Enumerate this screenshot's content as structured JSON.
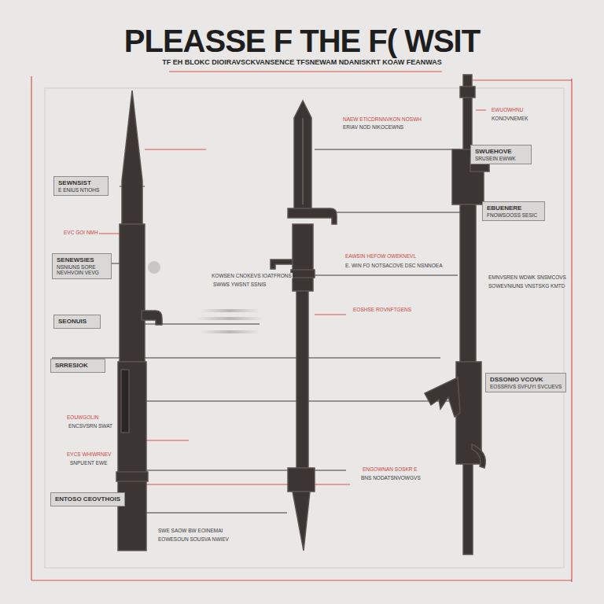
{
  "diagram": {
    "title": "PLEASSE F THE F( WSIT",
    "nodes": [
      {
        "text": [
          "SEWNSIST",
          "E ENIUS NTIOHS"
        ]
      },
      {
        "text": [
          "SENEWSIES",
          "NSNIUNS SORE",
          "NEVHVOIN VEVG"
        ]
      },
      {
        "text": [
          "SEONUIS"
        ]
      },
      {
        "text": [
          "SRRESIOK"
        ]
      },
      {
        "text": [
          "ENTOSO CEOVTHOIS"
        ]
      },
      {
        "text": [
          "SWUEHOVE",
          "SRUSEIN EWWK"
        ]
      },
      {
        "text": [
          "EBUENERE",
          "FNOWSOOSS SESIC"
        ]
      },
      {
        "text": [
          "DSSONIO VCOVK",
          "EOSSRIVS SVFUYI SVCUEVS"
        ]
      }
    ],
    "labels": [
      "TF EH BLOKC DIOIRAVSCKVANSENCE TFSNEWAM NDANISKRT KOAW FEANWAS",
      "EVC GOI NMH",
      "KOWSEN CNOKEVS IOATFRONS",
      "SWWS YWSNT SSNIS",
      "EOUWGOLIN",
      "ENCSVSRN SWAT",
      "EYCS WHIWRNEV",
      "SNPUENT EWE",
      "SWE SAOW BW EOINEMAI",
      "EOWESOUN SOUSVA NWIEV",
      "NAEW ETICDRNNVKON NOSWH",
      "ERIAV NOD NIKOCEWNS",
      "EAWSIN HEFOW OWEKNEVL",
      "E. WIN FO NOTSACOVE DSC NSNNOEA",
      "EOSHSE ROVNFTGENS",
      "ENGOWNAN SOSKR E",
      "BNS NODATSNVOWGVS",
      "EMNVSREN WDWK SNSMCOVS",
      "SOWEVNIUNS VNSTSKG KMTD",
      "EWUOWHNU",
      "KONOVNEMEK"
    ]
  }
}
